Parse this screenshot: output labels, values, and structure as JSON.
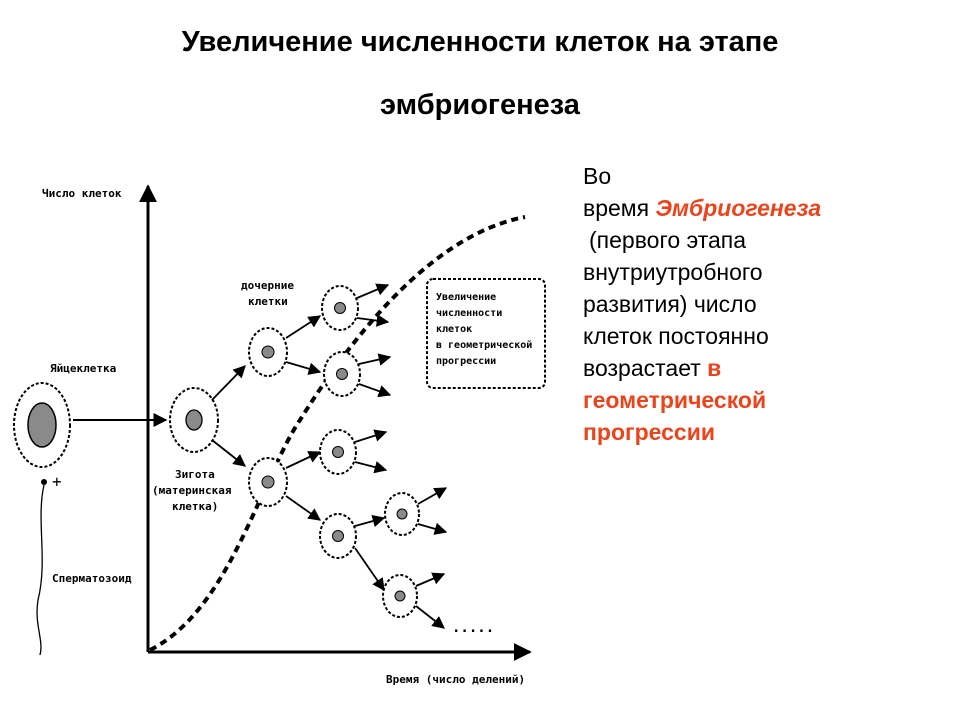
{
  "slide": {
    "title_line1": "Увеличение численности клеток на этапе",
    "title_line2": "эмбриогенеза"
  },
  "diagram": {
    "y_axis_label": "Число клеток",
    "x_axis_label": "Время (число делений)",
    "egg_label": "Яйцеклетка",
    "sperm_label": "Сперматозоид",
    "plus_sign": "+",
    "daughter_label_1": "дочерние",
    "daughter_label_2": "клетки",
    "zygote_label_1": "Зигота",
    "zygote_label_2": "(материнская",
    "zygote_label_3": "клетка)",
    "note_lines": [
      "Увеличение",
      "численности",
      "клеток",
      "в геометрической",
      "прогрессии"
    ],
    "ellipsis": ".....",
    "colors": {
      "nucleus": "#8a8a8a",
      "line": "#000000"
    }
  },
  "description": {
    "l1": "Во",
    "l2_pre": "время ",
    "l2_em": "Эмбриогенеза",
    "l3": "(первого этапа",
    "l4": "внутриутробного",
    "l5": "развития) число",
    "l6": "клеток постоянно",
    "l7_pre": "возрастает ",
    "l7_hl": "в",
    "l8_hl": "геометрической",
    "l9_hl": "прогрессии",
    "colors": {
      "highlight": "#e8451d"
    }
  }
}
